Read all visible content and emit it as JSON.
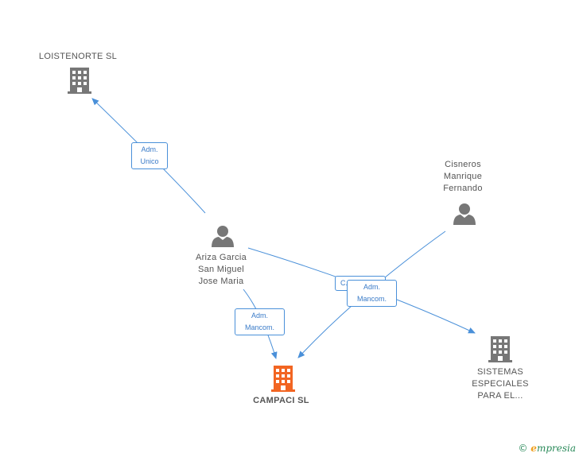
{
  "nodes": {
    "loistenorte": {
      "label": "LOISTENORTE SL",
      "type": "company"
    },
    "cisneros": {
      "lines": [
        "Cisneros",
        "Manrique",
        "Fernando"
      ],
      "type": "person"
    },
    "ariza": {
      "lines": [
        "Ariza Garcia",
        "San Miguel",
        "Jose Maria"
      ],
      "type": "person"
    },
    "campaci": {
      "label": "CAMPACI SL",
      "type": "company-main"
    },
    "sistemas": {
      "lines": [
        "SISTEMAS",
        "ESPECIALES",
        "PARA EL..."
      ],
      "type": "company"
    }
  },
  "edges": {
    "ariza_loistenorte": {
      "lines": [
        "Adm.",
        "Unico"
      ]
    },
    "ariza_campaci": {
      "lines": [
        "Adm.",
        "Mancom."
      ]
    },
    "ariza_sistemas": {
      "lines": [
        "C..."
      ]
    },
    "cisneros_campaci": {
      "lines": [
        "Adm.",
        "Mancom."
      ]
    }
  },
  "colors": {
    "edge": "#4a90d9",
    "company": "#777777",
    "main_company": "#f26522",
    "person": "#777777"
  },
  "brand": {
    "copyright": "©",
    "e": "e",
    "rest": "mpresia"
  }
}
